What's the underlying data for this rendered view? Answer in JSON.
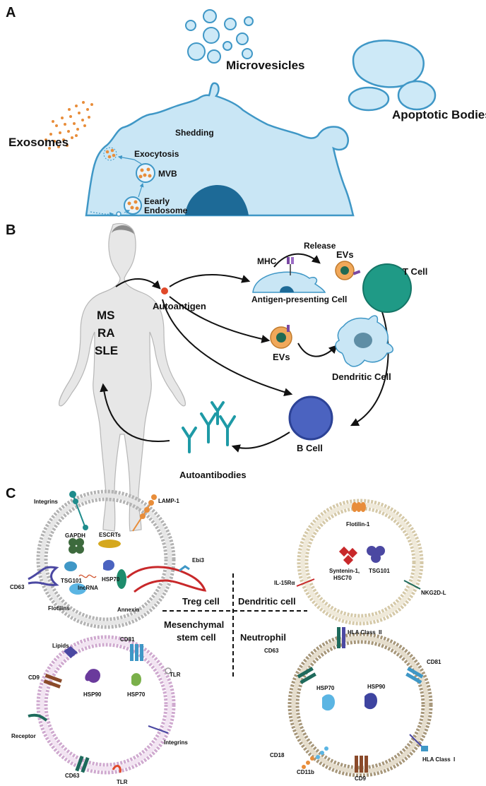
{
  "panel_a": {
    "label": "A",
    "microvesicles": "Microvesicles",
    "apoptotic_bodies": "Apoptotic Bodies",
    "exosomes": "Exosomes",
    "shedding": "Shedding",
    "exocytosis": "Exocytosis",
    "mvb": "MVB",
    "early_endosome_1": "Eearly",
    "early_endosome_2": "Endosome"
  },
  "panel_b": {
    "label": "B",
    "diseases": [
      "MS",
      "RA",
      "SLE"
    ],
    "autoantigen": "Autoantigen",
    "mhc": "MHC",
    "release": "Release",
    "evs_top": "EVs",
    "t_cell": "T Cell",
    "apc": "Antigen-presenting Cell",
    "evs_mid": "EVs",
    "dendritic_cell": "Dendritic Cell",
    "b_cell": "B Cell",
    "autoantibodies": "Autoantibodies"
  },
  "panel_c": {
    "label": "C",
    "treg": {
      "name": "Treg cell",
      "markers": [
        "Integrins",
        "LAMP-1",
        "GAPDH",
        "ESCRTs",
        "CD63",
        "TSG101",
        "HSP70",
        "lncRNA",
        "Ebi3",
        "Flotilins",
        "Annexin"
      ]
    },
    "dendritic": {
      "name": "Dendritic cell",
      "markers": [
        "Flotilin-1",
        "Syntenin-1,",
        "HSC70",
        "TSG101",
        "IL-15Rα",
        "NKG2D-L"
      ]
    },
    "msc": {
      "name_1": "Mesenchymal",
      "name_2": "stem cell",
      "markers": [
        "Lipids",
        "CD81",
        "CD9",
        "TLR",
        "HSP90",
        "HSP70",
        "Receptor",
        "Integrins",
        "CD63",
        "TLR"
      ]
    },
    "neutrophil": {
      "name": "Neutrophil",
      "markers": [
        "HLA Class",
        "CD63",
        "CD81",
        "HSP70",
        "HSP90",
        "CD18",
        "CD11b",
        "CD9",
        "HLA Class"
      ],
      "hla_suffix_top": "II",
      "hla_suffix_bottom": "I"
    }
  },
  "colors": {
    "cell_fill": "#c9e6f5",
    "cell_stroke": "#3f97c6",
    "nucleus": "#1d6a97",
    "exosome_dot": "#e88d3a",
    "t_cell": "#1f9a86",
    "b_cell": "#4b63c0",
    "antibody": "#1e9aa6",
    "treg_membrane": "#b3b3b3",
    "dc_membrane": "#d5c9a8",
    "msc_membrane": "#cfa9cf",
    "neutrophil_membrane": "#a7977a"
  }
}
